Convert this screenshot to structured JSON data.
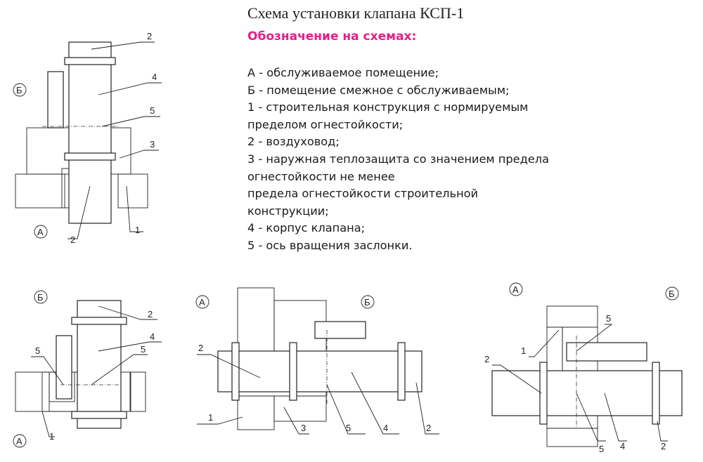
{
  "title": "Схема установки клапана КСП-1",
  "legend_heading": "Обозначение на схемах:",
  "legend_lines": [
    "А - обслуживаемое помещение;",
    "Б - помещение смежное с обслуживаемым;",
    "1 - строительная конструкция с нормируемым",
    "пределом огнестойкости;",
    "2 - воздуховод;",
    "3 - наружная теплозащита со значением предела",
    "огнестойкости не менее",
    "предела огнестойкости строительной",
    "конструкции;",
    "4 - корпус клапана;",
    "5 - ось вращения заслонки."
  ],
  "labels": {
    "room_a": "А",
    "room_b": "Б",
    "n1": "1",
    "n2": "2",
    "n3": "3",
    "n4": "4",
    "n5": "5"
  },
  "colors": {
    "heading": "#e0218a",
    "line": "#222222"
  }
}
